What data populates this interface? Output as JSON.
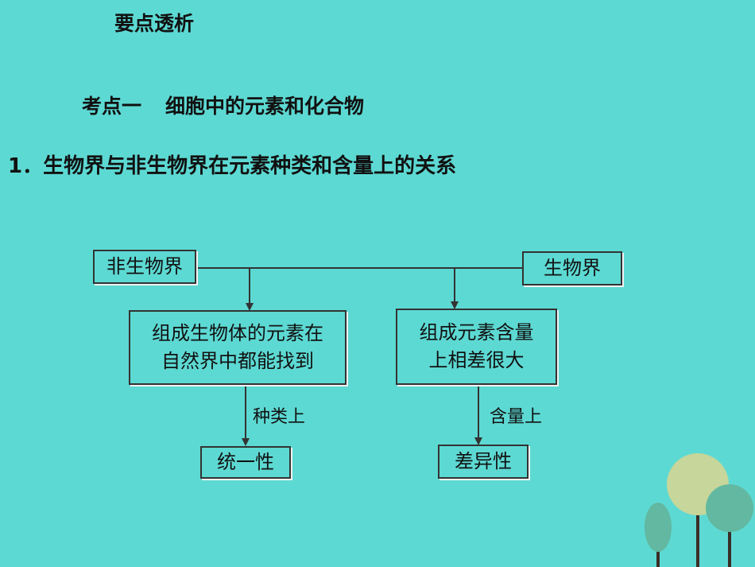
{
  "page": {
    "title": "要点透析",
    "subtitle_label": "考点一",
    "subtitle_text": "细胞中的元素和化合物",
    "point_heading": "1．生物界与非生物界在元素种类和含量上的关系"
  },
  "diagram": {
    "nodes": {
      "nonliving": "非生物界",
      "living": "生物界",
      "composition_line1": "组成生物体的元素在",
      "composition_line2": "自然界中都能找到",
      "content_line1": "组成元素含量",
      "content_line2": "上相差很大",
      "unity": "统一性",
      "difference": "差异性"
    },
    "edges": {
      "kind_label": "种类上",
      "amount_label": "含量上"
    }
  },
  "colors": {
    "background": "#5dd9d3",
    "line": "#333333",
    "tree_light": "#c7d69a",
    "tree_dark": "#62b8a0",
    "tree_trunk": "#3a2e28"
  }
}
